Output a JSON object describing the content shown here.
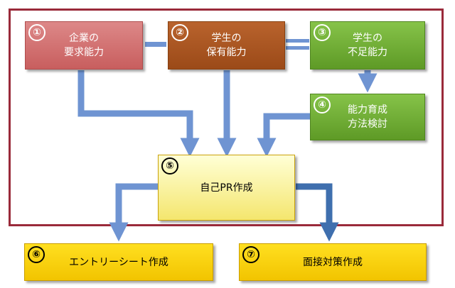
{
  "boxes": {
    "b1": {
      "num": "①",
      "line1": "企業の",
      "line2": "要求能力"
    },
    "b2": {
      "num": "②",
      "line1": "学生の",
      "line2": "保有能力"
    },
    "b3": {
      "num": "③",
      "line1": "学生の",
      "line2": "不足能力"
    },
    "b4": {
      "num": "④",
      "line1": "能力育成",
      "line2": "方法検討"
    },
    "b5": {
      "num": "⑤",
      "label": "自己PR作成"
    },
    "b6": {
      "num": "⑥",
      "label": "エントリーシート作成"
    },
    "b7": {
      "num": "⑦",
      "label": "面接対策作成"
    }
  },
  "colors": {
    "frame": "#9a2a3a",
    "arrow": "#6f94d2",
    "box1": "#cc6666",
    "box2": "#a5521f",
    "box3": "#6aa834",
    "box5": "#f8eb8a",
    "box6": "#f5cb00"
  }
}
